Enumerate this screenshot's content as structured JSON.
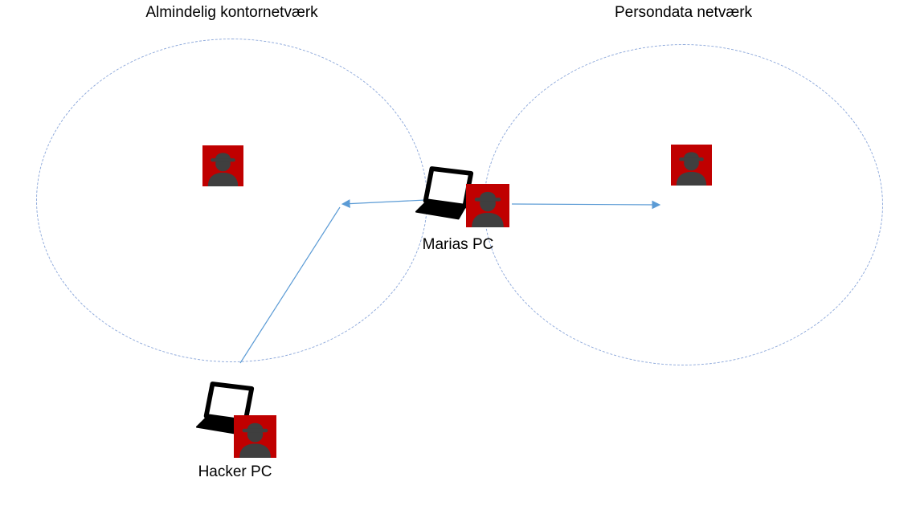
{
  "diagram": {
    "left_network": {
      "label": "Almindelig kontornetværk"
    },
    "right_network": {
      "label": "Persondata netværk"
    },
    "marias_pc": {
      "label": "Marias PC"
    },
    "hacker_pc": {
      "label": "Hacker PC"
    },
    "icons": [
      "spy-icon",
      "laptop-icon",
      "arrow-icon"
    ],
    "colors": {
      "ellipse_border": "#8EA9DB",
      "arrow": "#5B9BD5",
      "hacker_red": "#C00000",
      "hacker_silhouette": "#3F3F3F",
      "text": "#000000",
      "background": "#FFFFFF"
    }
  }
}
